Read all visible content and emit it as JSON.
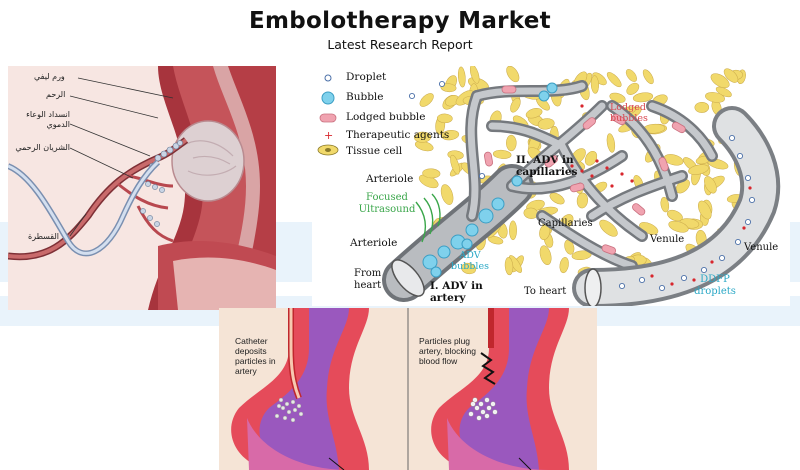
{
  "header": {
    "title": "Embolotherapy Market",
    "subtitle": "Latest Research Report"
  },
  "panel_uterus": {
    "labels": {
      "fibroid": "ورم ليفي",
      "uterus": "الرحم",
      "vessel_blockage": "انسداد الوعاء الدموي",
      "uterine_artery": "الشريان الرحمي",
      "catheter": "القسطرة"
    }
  },
  "panel_adv": {
    "legend": {
      "droplet": "Droplet",
      "bubble": "Bubble",
      "lodged_bubble": "Lodged bubble",
      "therapeutic_agents": "Therapeutic agents",
      "tissue_cell": "Tissue cell"
    },
    "labels": {
      "arteriole_upper": "Arteriole",
      "focused_ultrasound": "Focused Ultrasound",
      "arteriole_lower": "Arteriole",
      "from_heart": "From heart",
      "adv_in_artery": "I. ADV in artery",
      "adv_bubbles": "ADV bubbles",
      "adv_in_capillaries": "II. ADV in capillaries",
      "lodged_bubbles": "Lodged bubbles",
      "capillaries": "Capillaries",
      "venule_inner": "Venule",
      "venule_outer": "Venule",
      "to_heart": "To heart",
      "ddfp_droplets": "DDFP droplets"
    },
    "colors": {
      "label_green": "#3aa64a",
      "label_cyan": "#2aa8c6",
      "tissue_yellow": "#f1d96b",
      "lodged_pink": "#f0a3b0",
      "vessel_grey": "#8a8d92"
    }
  },
  "panel_catheter": {
    "left_caption": "Catheter deposits particles in artery",
    "right_caption": "Particles plug artery, blocking blood flow"
  }
}
